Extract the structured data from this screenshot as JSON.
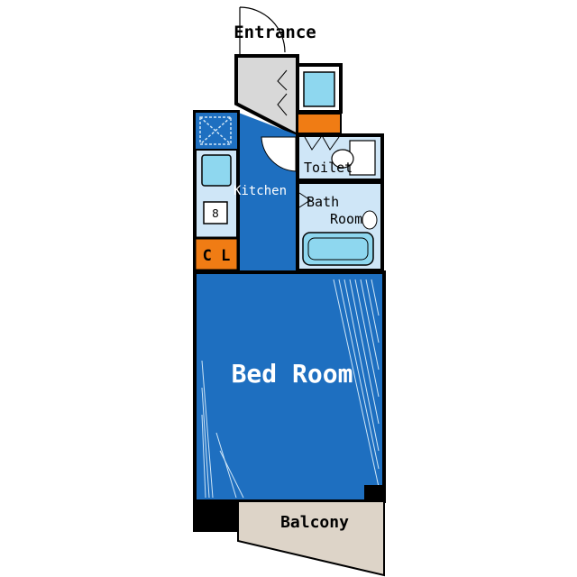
{
  "rooms": {
    "entrance": "Entrance",
    "toilet": "Toilet",
    "kitchen": "Kitchen",
    "bath_line1": "Bath",
    "bath_line2": "Room",
    "closet": "C L",
    "bedroom": "Bed Room",
    "balcony": "Balcony"
  },
  "colors": {
    "wall": "#000000",
    "floor_blue": "#1e6fc0",
    "light_blue": "#cfe6f7",
    "closet_orange": "#f07c14",
    "entrance_gray": "#d8d8d8",
    "balcony_beige": "#ddd4c8",
    "fixture_cyan": "#8ed7ef"
  },
  "icons": [
    "door-swing-icon",
    "washing-machine-icon",
    "sink-icon",
    "stove-icon",
    "toilet-icon",
    "bathtub-icon",
    "shoe-cabinet-icon"
  ]
}
